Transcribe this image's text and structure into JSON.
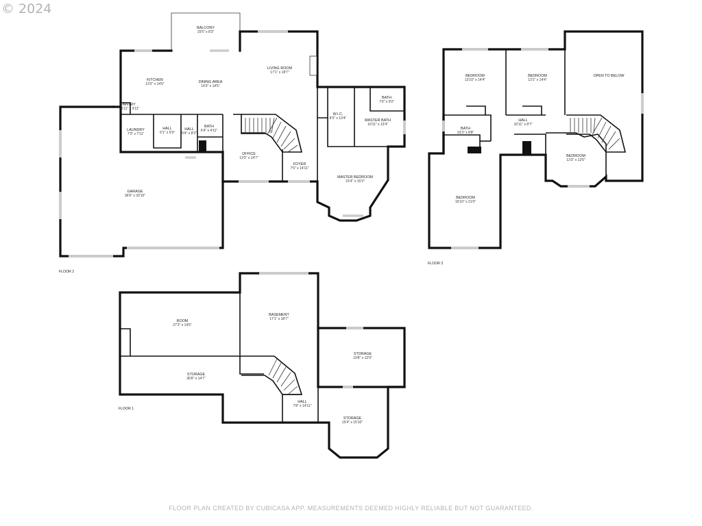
{
  "watermark": "© 2024",
  "disclaimer": "FLOOR PLAN CREATED BY CUBICASA APP. MEASUREMENTS DEEMED HIGHLY RELIABLE BUT NOT GUARANTEED.",
  "floors": [
    {
      "id": "floor2",
      "label": "FLOOR 2",
      "rooms": [
        {
          "id": "balcony",
          "name": "BALCONY",
          "dims": "15'5\" x 8'3\""
        },
        {
          "id": "kitchen",
          "name": "KITCHEN",
          "dims": "13'3\" x 14'5\""
        },
        {
          "id": "dining-area",
          "name": "DINING AREA",
          "dims": "14'3\" x 14'5\""
        },
        {
          "id": "living-room",
          "name": "LIVING ROOM",
          "dims": "17'1\" x 18'7\""
        },
        {
          "id": "pantry",
          "name": "PANTRY",
          "dims": "1'11\" x 3'11\""
        },
        {
          "id": "laundry",
          "name": "LAUNDRY",
          "dims": "7'3\" x 7'11\""
        },
        {
          "id": "hall-a",
          "name": "HALL",
          "dims": "6'1\" x 5'9\""
        },
        {
          "id": "hall-b",
          "name": "HALL",
          "dims": "6'4\" x 8'3\""
        },
        {
          "id": "bath",
          "name": "BATH",
          "dims": "6'4\" x 4'11\""
        },
        {
          "id": "office",
          "name": "OFFICE",
          "dims": "13'3\" x 14'7\""
        },
        {
          "id": "foyer",
          "name": "FOYER",
          "dims": "7'6\" x 14'11\""
        },
        {
          "id": "wic",
          "name": "W.I.C.",
          "dims": "8'3\" x 13'4\""
        },
        {
          "id": "bath-small",
          "name": "BATH",
          "dims": "7'0\" x 5'0\""
        },
        {
          "id": "master-bath",
          "name": "MASTER BATH",
          "dims": "10'11\" x 13'4\""
        },
        {
          "id": "master-bedroom",
          "name": "MASTER BEDROOM",
          "dims": "15'4\" x 15'3\""
        },
        {
          "id": "garage",
          "name": "GARAGE",
          "dims": "36'6\" x 33'10\""
        }
      ]
    },
    {
      "id": "floor3",
      "label": "FLOOR 3",
      "rooms": [
        {
          "id": "bedroom-1",
          "name": "BEDROOM",
          "dims": "13'10\" x 14'4\""
        },
        {
          "id": "bedroom-2",
          "name": "BEDROOM",
          "dims": "13'1\" x 14'4\""
        },
        {
          "id": "open-to-below",
          "name": "OPEN TO BELOW",
          "dims": ""
        },
        {
          "id": "bath",
          "name": "BATH",
          "dims": "10'3\" x 8'8\""
        },
        {
          "id": "hall",
          "name": "HALL",
          "dims": "16'11\" x 8'7\""
        },
        {
          "id": "bedroom-3",
          "name": "BEDROOM",
          "dims": "13'3\" x 12'6\""
        },
        {
          "id": "bedroom-4",
          "name": "BEDROOM",
          "dims": "16'10\" x 21'0\""
        }
      ]
    },
    {
      "id": "floor1",
      "label": "FLOOR 1",
      "rooms": [
        {
          "id": "room",
          "name": "ROOM",
          "dims": "27'3\" x 14'5\""
        },
        {
          "id": "basement",
          "name": "BASEMENT",
          "dims": "17'1\" x 18'7\""
        },
        {
          "id": "storage-a",
          "name": "STORAGE",
          "dims": "36'8\" x 14'7\""
        },
        {
          "id": "storage-b",
          "name": "STORAGE",
          "dims": "19'8\" x 12'9\""
        },
        {
          "id": "hall",
          "name": "HALL",
          "dims": "7'8\" x 14'11\""
        },
        {
          "id": "storage-c",
          "name": "STORAGE",
          "dims": "15'4\" x 15'10\""
        }
      ]
    }
  ]
}
